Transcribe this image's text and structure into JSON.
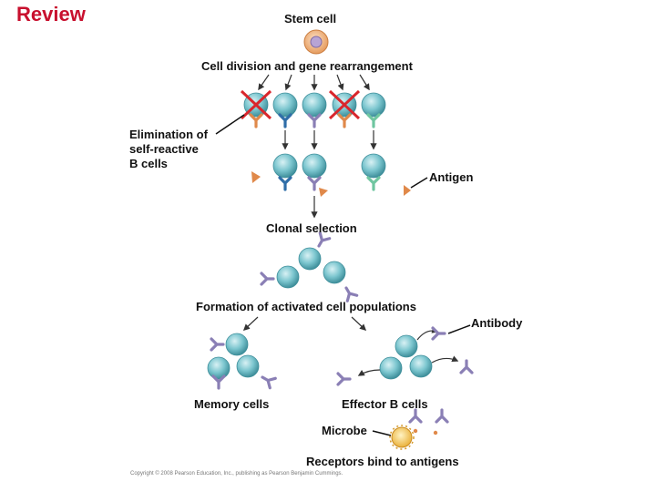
{
  "header": {
    "title": "Review"
  },
  "labels": {
    "stem_cell": "Stem cell",
    "cell_division": "Cell division and gene rearrangement",
    "elimination": "Elimination of\nself-reactive\nB cells",
    "antigen": "Antigen",
    "clonal_selection": "Clonal selection",
    "formation": "Formation of activated cell populations",
    "antibody": "Antibody",
    "memory_cells": "Memory cells",
    "effector_cells": "Effector B cells",
    "microbe": "Microbe",
    "receptors_bind": "Receptors bind to antigens"
  },
  "footer": {
    "copyright": "Copyright © 2008 Pearson Education, Inc., publishing as Pearson Benjamin Cummings."
  },
  "colors": {
    "title": "#c8102e",
    "b_cell": "#7cc6cf",
    "stem_cell": "#f1b987",
    "receptor_purple": "#8a7fb5",
    "receptor_blue": "#2f6ea8",
    "receptor_orange": "#e0894a",
    "receptor_green": "#6fc6a0",
    "antigen": "#e0894a",
    "elimination_x": "#d9262c",
    "microbe": "#f2c14e"
  }
}
